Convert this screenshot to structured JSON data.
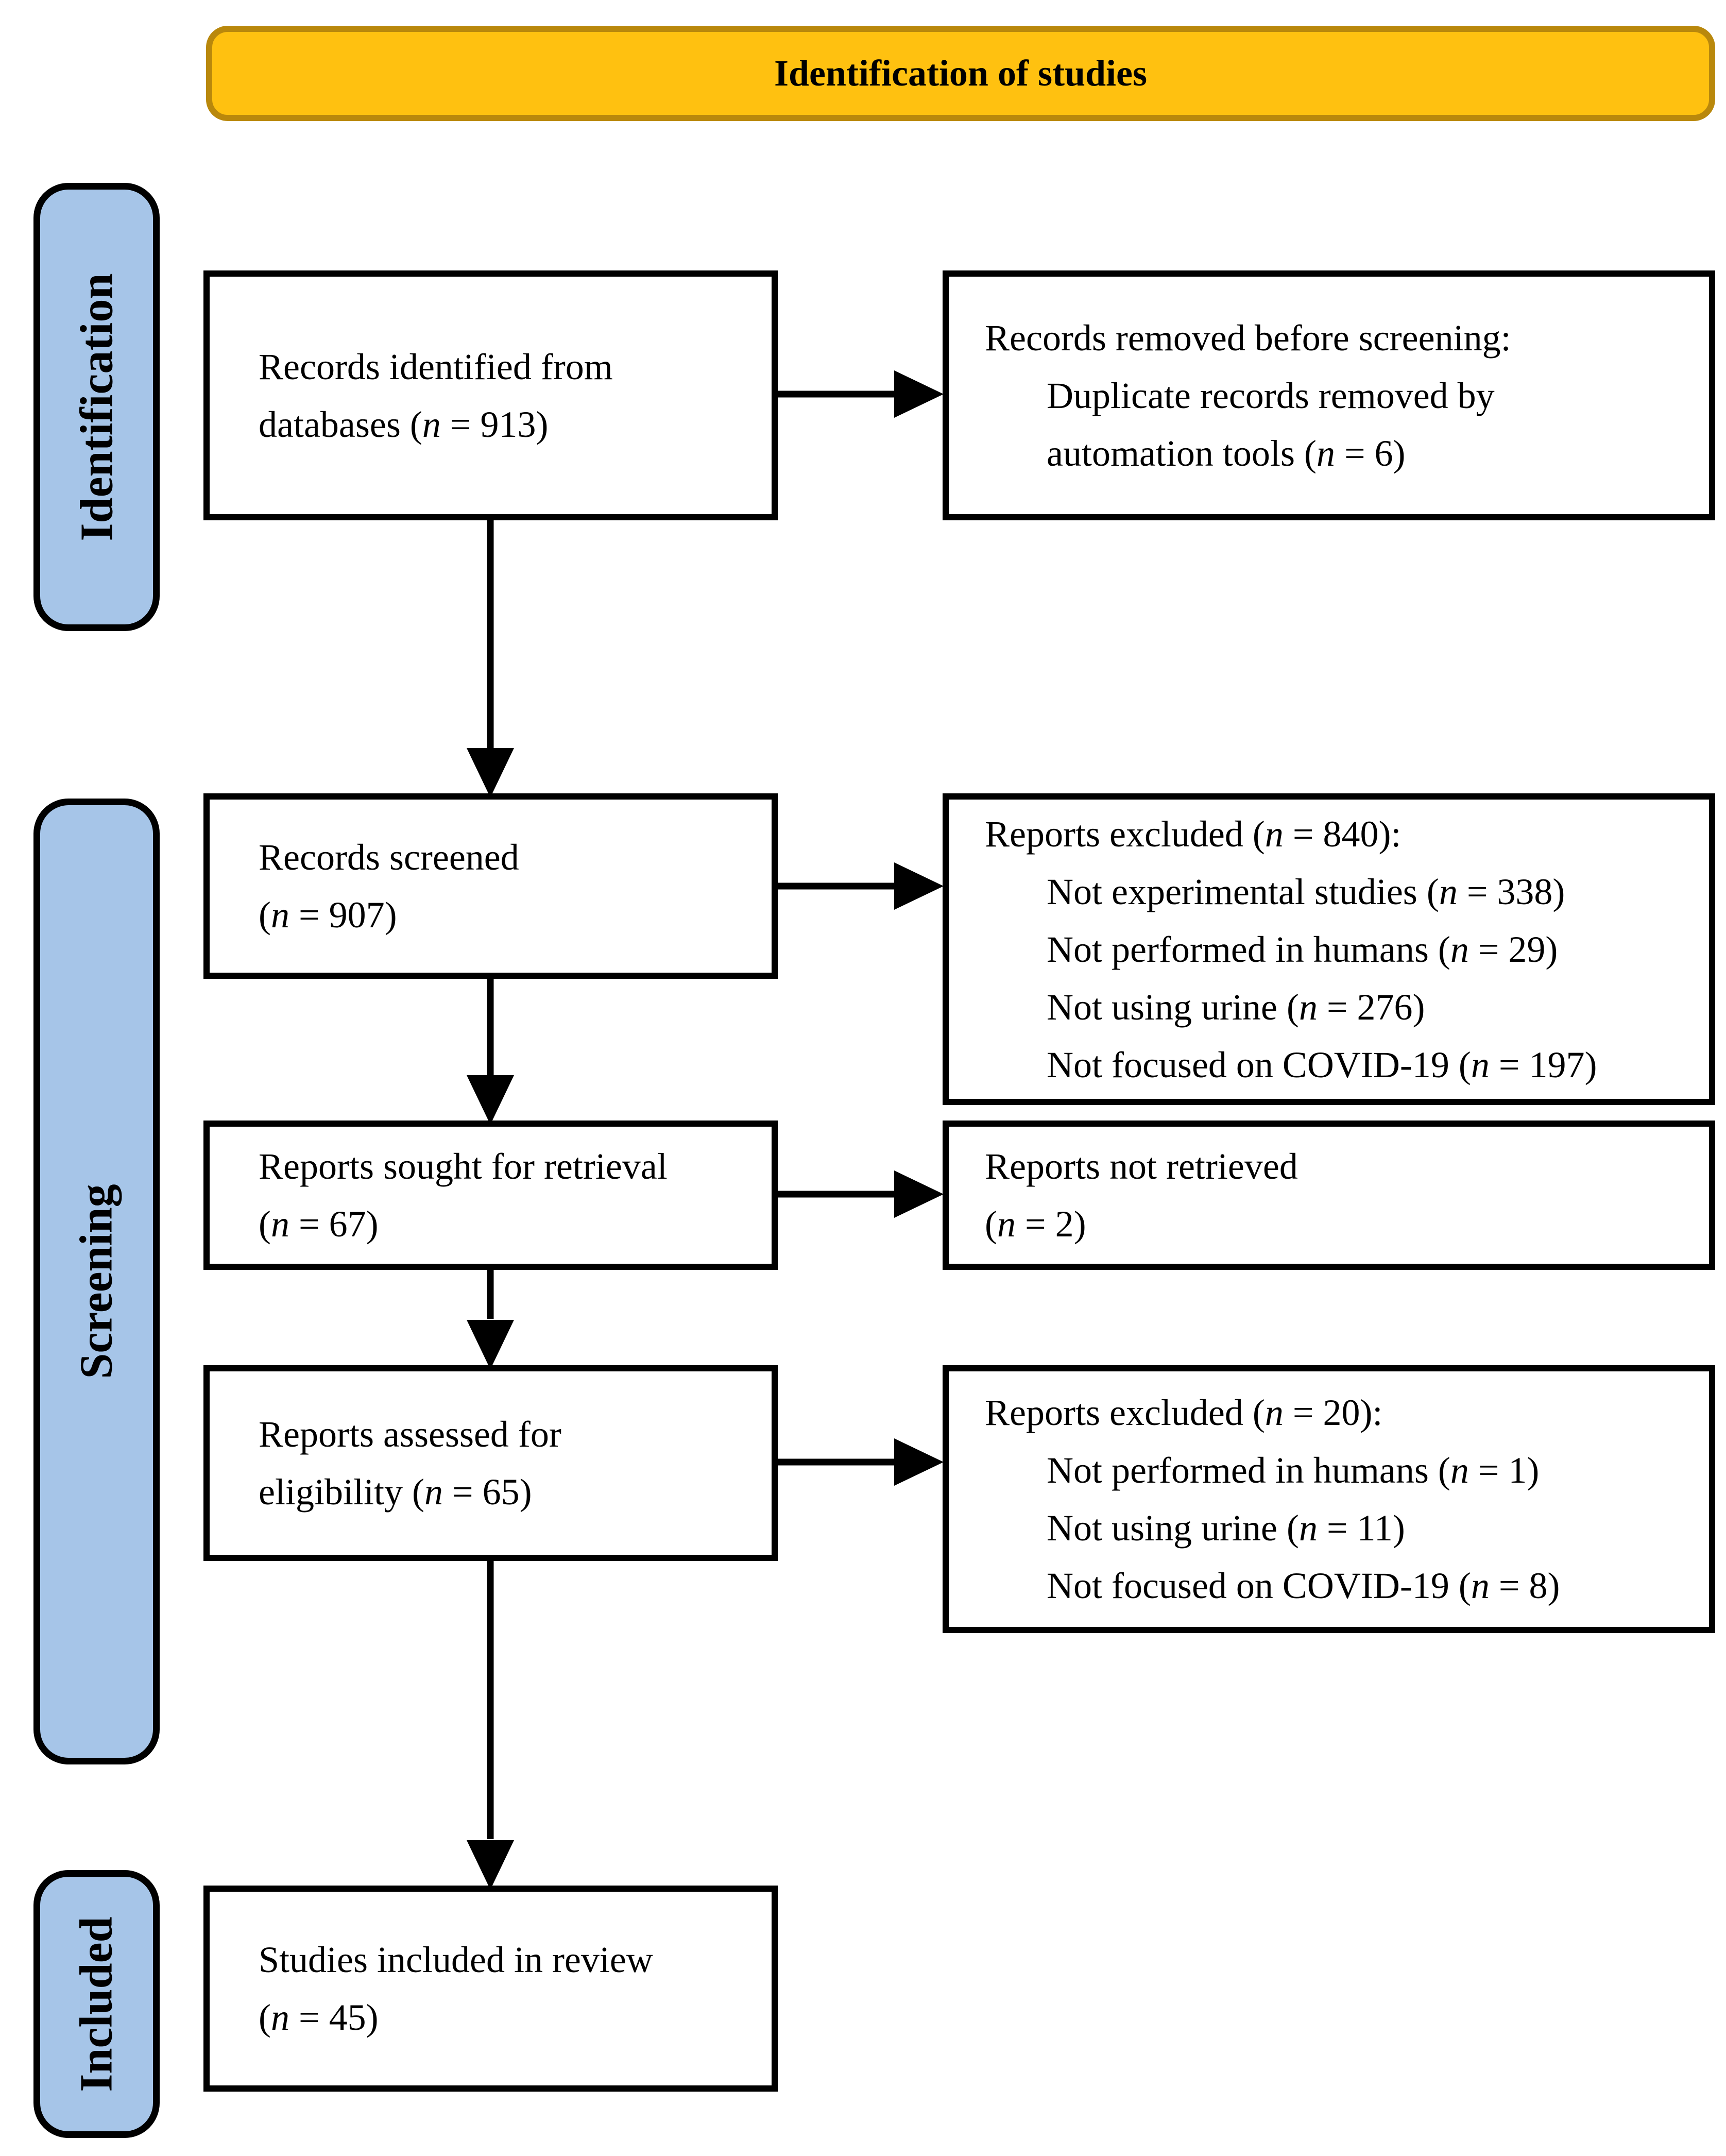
{
  "title_banner": {
    "label": "Identification of studies"
  },
  "stages": [
    {
      "label": "Identification"
    },
    {
      "label": "Screening"
    },
    {
      "label": "Included"
    }
  ],
  "boxes": {
    "records_identified": {
      "lines": [
        "Records identified from",
        "databases (n = 913)"
      ]
    },
    "records_removed": {
      "heading": "Records removed before screening:",
      "item_lines": [
        "Duplicate records removed by",
        "automation tools (n = 6)"
      ]
    },
    "records_screened": {
      "lines": [
        "Records screened",
        "(n = 907)"
      ]
    },
    "reports_excluded_screening": {
      "heading": "Reports excluded (n = 840):",
      "items": [
        "Not experimental studies (n = 338)",
        "Not performed in humans (n = 29)",
        "Not using urine (n = 276)",
        "Not focused on COVID-19 (n = 197)"
      ]
    },
    "reports_sought": {
      "lines": [
        "Reports sought for retrieval",
        "(n = 67)"
      ]
    },
    "reports_not_retrieved": {
      "lines": [
        "Reports not retrieved",
        "(n = 2)"
      ]
    },
    "reports_assessed": {
      "lines": [
        "Reports assessed for",
        "eligibility (n = 65)"
      ]
    },
    "reports_excluded_eligibility": {
      "heading": "Reports excluded (n = 20):",
      "items": [
        "Not performed in humans (n = 1)",
        "Not using urine (n = 11)",
        "Not focused on COVID-19 (n = 8)"
      ]
    },
    "studies_included": {
      "lines": [
        "Studies included in review",
        "(n = 45)"
      ]
    }
  },
  "colors": {
    "banner_fill": "#FFC110",
    "banner_border": "#B9880C",
    "stage_fill": "#A6C5E8",
    "box_border": "#000000",
    "box_bg": "#FFFFFF",
    "text": "#000000"
  }
}
